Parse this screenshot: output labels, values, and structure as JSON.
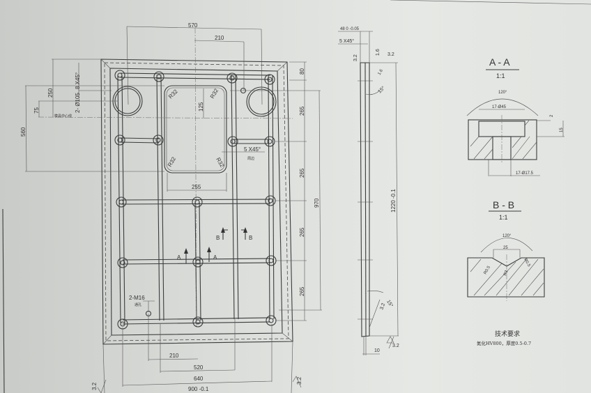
{
  "main_view": {
    "dims": {
      "width_570": "570",
      "width_210_top": "210",
      "chamfer_top": "8 X45°",
      "hole_dia": "2- Ø105",
      "height_250": "250",
      "height_75": "75",
      "height_560": "560",
      "center_label": "模具中心线",
      "radius": "R32",
      "height_125": "125",
      "chamfer_window": "5 X45°",
      "chamfer_window_note": "周边",
      "right_80": "80",
      "right_265": "265",
      "right_970": "970",
      "width_255": "255",
      "thread": "2-M16",
      "thread_note": "通孔",
      "bottom_210": "210",
      "bottom_520": "520",
      "bottom_640": "640",
      "bottom_900": "900 -0.1"
    },
    "section_marks": {
      "a": "A",
      "b": "B"
    },
    "roughness": "3.2"
  },
  "side_view": {
    "thickness": "48 0 -0.05",
    "chamfer": "5 X45°",
    "roughness_32": "3.2",
    "roughness_16": "1.6",
    "angle": "15°",
    "length": "1220 -0.1",
    "bottom_10": "10"
  },
  "section_aa": {
    "title": "A - A",
    "scale": "1:1",
    "angle": "120°",
    "counterbore": "17-Ø45",
    "depth_2": "2",
    "depth_15": "15",
    "through": "17-Ø17.5"
  },
  "section_bb": {
    "title": "B - B",
    "scale": "1:1",
    "angle": "120°",
    "width": "25",
    "radius_05": "R0.5",
    "radius_3": "R3"
  },
  "tech_req": {
    "title": "技术要求",
    "text": "氮化HV800，厚度0.5-0.7"
  }
}
